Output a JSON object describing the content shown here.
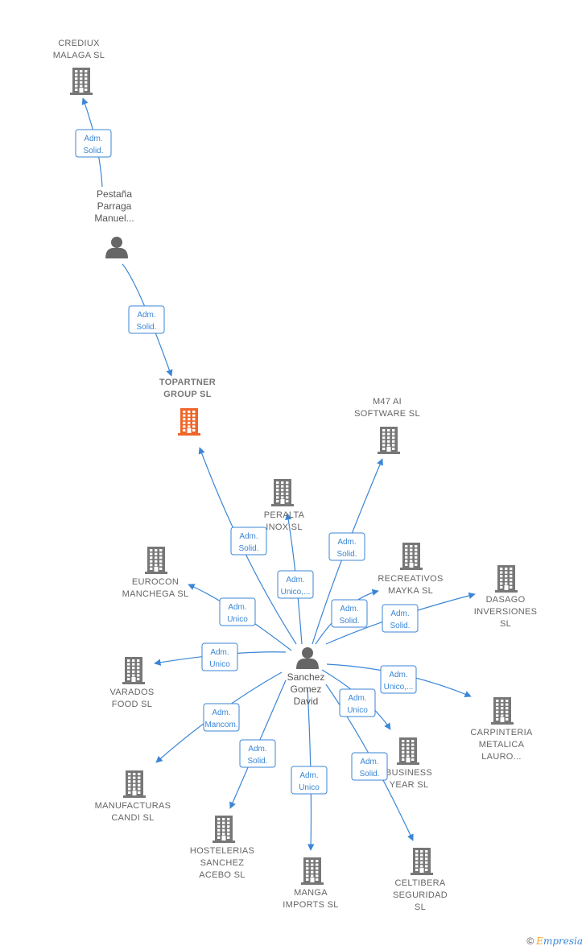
{
  "colors": {
    "edge": "#3b86d6",
    "company": "#777777",
    "highlight": "#f0662a",
    "person": "#666666"
  },
  "nodes": [
    {
      "id": "crediux",
      "kind": "company",
      "lines": [
        "CREDIUX",
        "MALAGA  SL"
      ]
    },
    {
      "id": "pestana",
      "kind": "person",
      "lines": [
        "Pestaña",
        "Parraga",
        "Manuel..."
      ]
    },
    {
      "id": "topartner",
      "kind": "company",
      "highlight": true,
      "lines": [
        "TOPARTNER",
        "GROUP  SL"
      ]
    },
    {
      "id": "m47",
      "kind": "company",
      "lines": [
        "M47 AI",
        "SOFTWARE  SL"
      ]
    },
    {
      "id": "peralta",
      "kind": "company",
      "lines": [
        "PERALTA",
        "INOX  SL"
      ]
    },
    {
      "id": "eurocon",
      "kind": "company",
      "lines": [
        "EUROCON",
        "MANCHEGA SL"
      ]
    },
    {
      "id": "recreativos",
      "kind": "company",
      "lines": [
        "RECREATIVOS",
        "MAYKA SL"
      ]
    },
    {
      "id": "dasago",
      "kind": "company",
      "lines": [
        "DASAGO",
        "INVERSIONES",
        "SL"
      ]
    },
    {
      "id": "sanchez",
      "kind": "person",
      "lines": [
        "Sanchez",
        "Gomez",
        "David"
      ]
    },
    {
      "id": "varados",
      "kind": "company",
      "lines": [
        "VARADOS",
        "FOOD  SL"
      ]
    },
    {
      "id": "carpinteria",
      "kind": "company",
      "lines": [
        "CARPINTERIA",
        "METALICA",
        "LAURO..."
      ]
    },
    {
      "id": "manufacturas",
      "kind": "company",
      "lines": [
        "MANUFACTURAS",
        "CANDI SL"
      ]
    },
    {
      "id": "business",
      "kind": "company",
      "lines": [
        "BUSINESS",
        "YEAR SL"
      ]
    },
    {
      "id": "hostelerias",
      "kind": "company",
      "lines": [
        "HOSTELERIAS",
        "SANCHEZ",
        "ACEBO SL"
      ]
    },
    {
      "id": "manga",
      "kind": "company",
      "lines": [
        "MANGA",
        "IMPORTS SL"
      ]
    },
    {
      "id": "celtibera",
      "kind": "company",
      "lines": [
        "CELTIBERA",
        "SEGURIDAD",
        "SL"
      ]
    }
  ],
  "edges": [
    {
      "from": "pestana",
      "to": "crediux",
      "label": [
        "Adm.",
        "Solid."
      ]
    },
    {
      "from": "pestana",
      "to": "topartner",
      "label": [
        "Adm.",
        "Solid."
      ]
    },
    {
      "from": "sanchez",
      "to": "topartner",
      "label": [
        "Adm.",
        "Solid."
      ]
    },
    {
      "from": "sanchez",
      "to": "peralta",
      "label": [
        "Adm.",
        "Unico,..."
      ]
    },
    {
      "from": "sanchez",
      "to": "m47",
      "label": [
        "Adm.",
        "Solid."
      ]
    },
    {
      "from": "sanchez",
      "to": "eurocon",
      "label": [
        "Adm.",
        "Unico"
      ]
    },
    {
      "from": "sanchez",
      "to": "recreativos",
      "label": [
        "Adm.",
        "Solid."
      ]
    },
    {
      "from": "sanchez",
      "to": "dasago",
      "label": [
        "Adm.",
        "Solid."
      ]
    },
    {
      "from": "sanchez",
      "to": "varados",
      "label": [
        "Adm.",
        "Unico"
      ]
    },
    {
      "from": "sanchez",
      "to": "carpinteria",
      "label": [
        "Adm.",
        "Unico,..."
      ]
    },
    {
      "from": "sanchez",
      "to": "business",
      "label": [
        "Adm.",
        "Unico"
      ]
    },
    {
      "from": "sanchez",
      "to": "manufacturas",
      "label": [
        "Adm.",
        "Mancom."
      ]
    },
    {
      "from": "sanchez",
      "to": "hostelerias",
      "label": [
        "Adm.",
        "Solid."
      ]
    },
    {
      "from": "sanchez",
      "to": "manga",
      "label": [
        "Adm.",
        "Unico"
      ]
    },
    {
      "from": "sanchez",
      "to": "celtibera",
      "label": [
        "Adm.",
        "Solid."
      ]
    }
  ],
  "footer": {
    "copyright": "©",
    "brand_initial": "E",
    "brand_rest": "mpresia"
  }
}
